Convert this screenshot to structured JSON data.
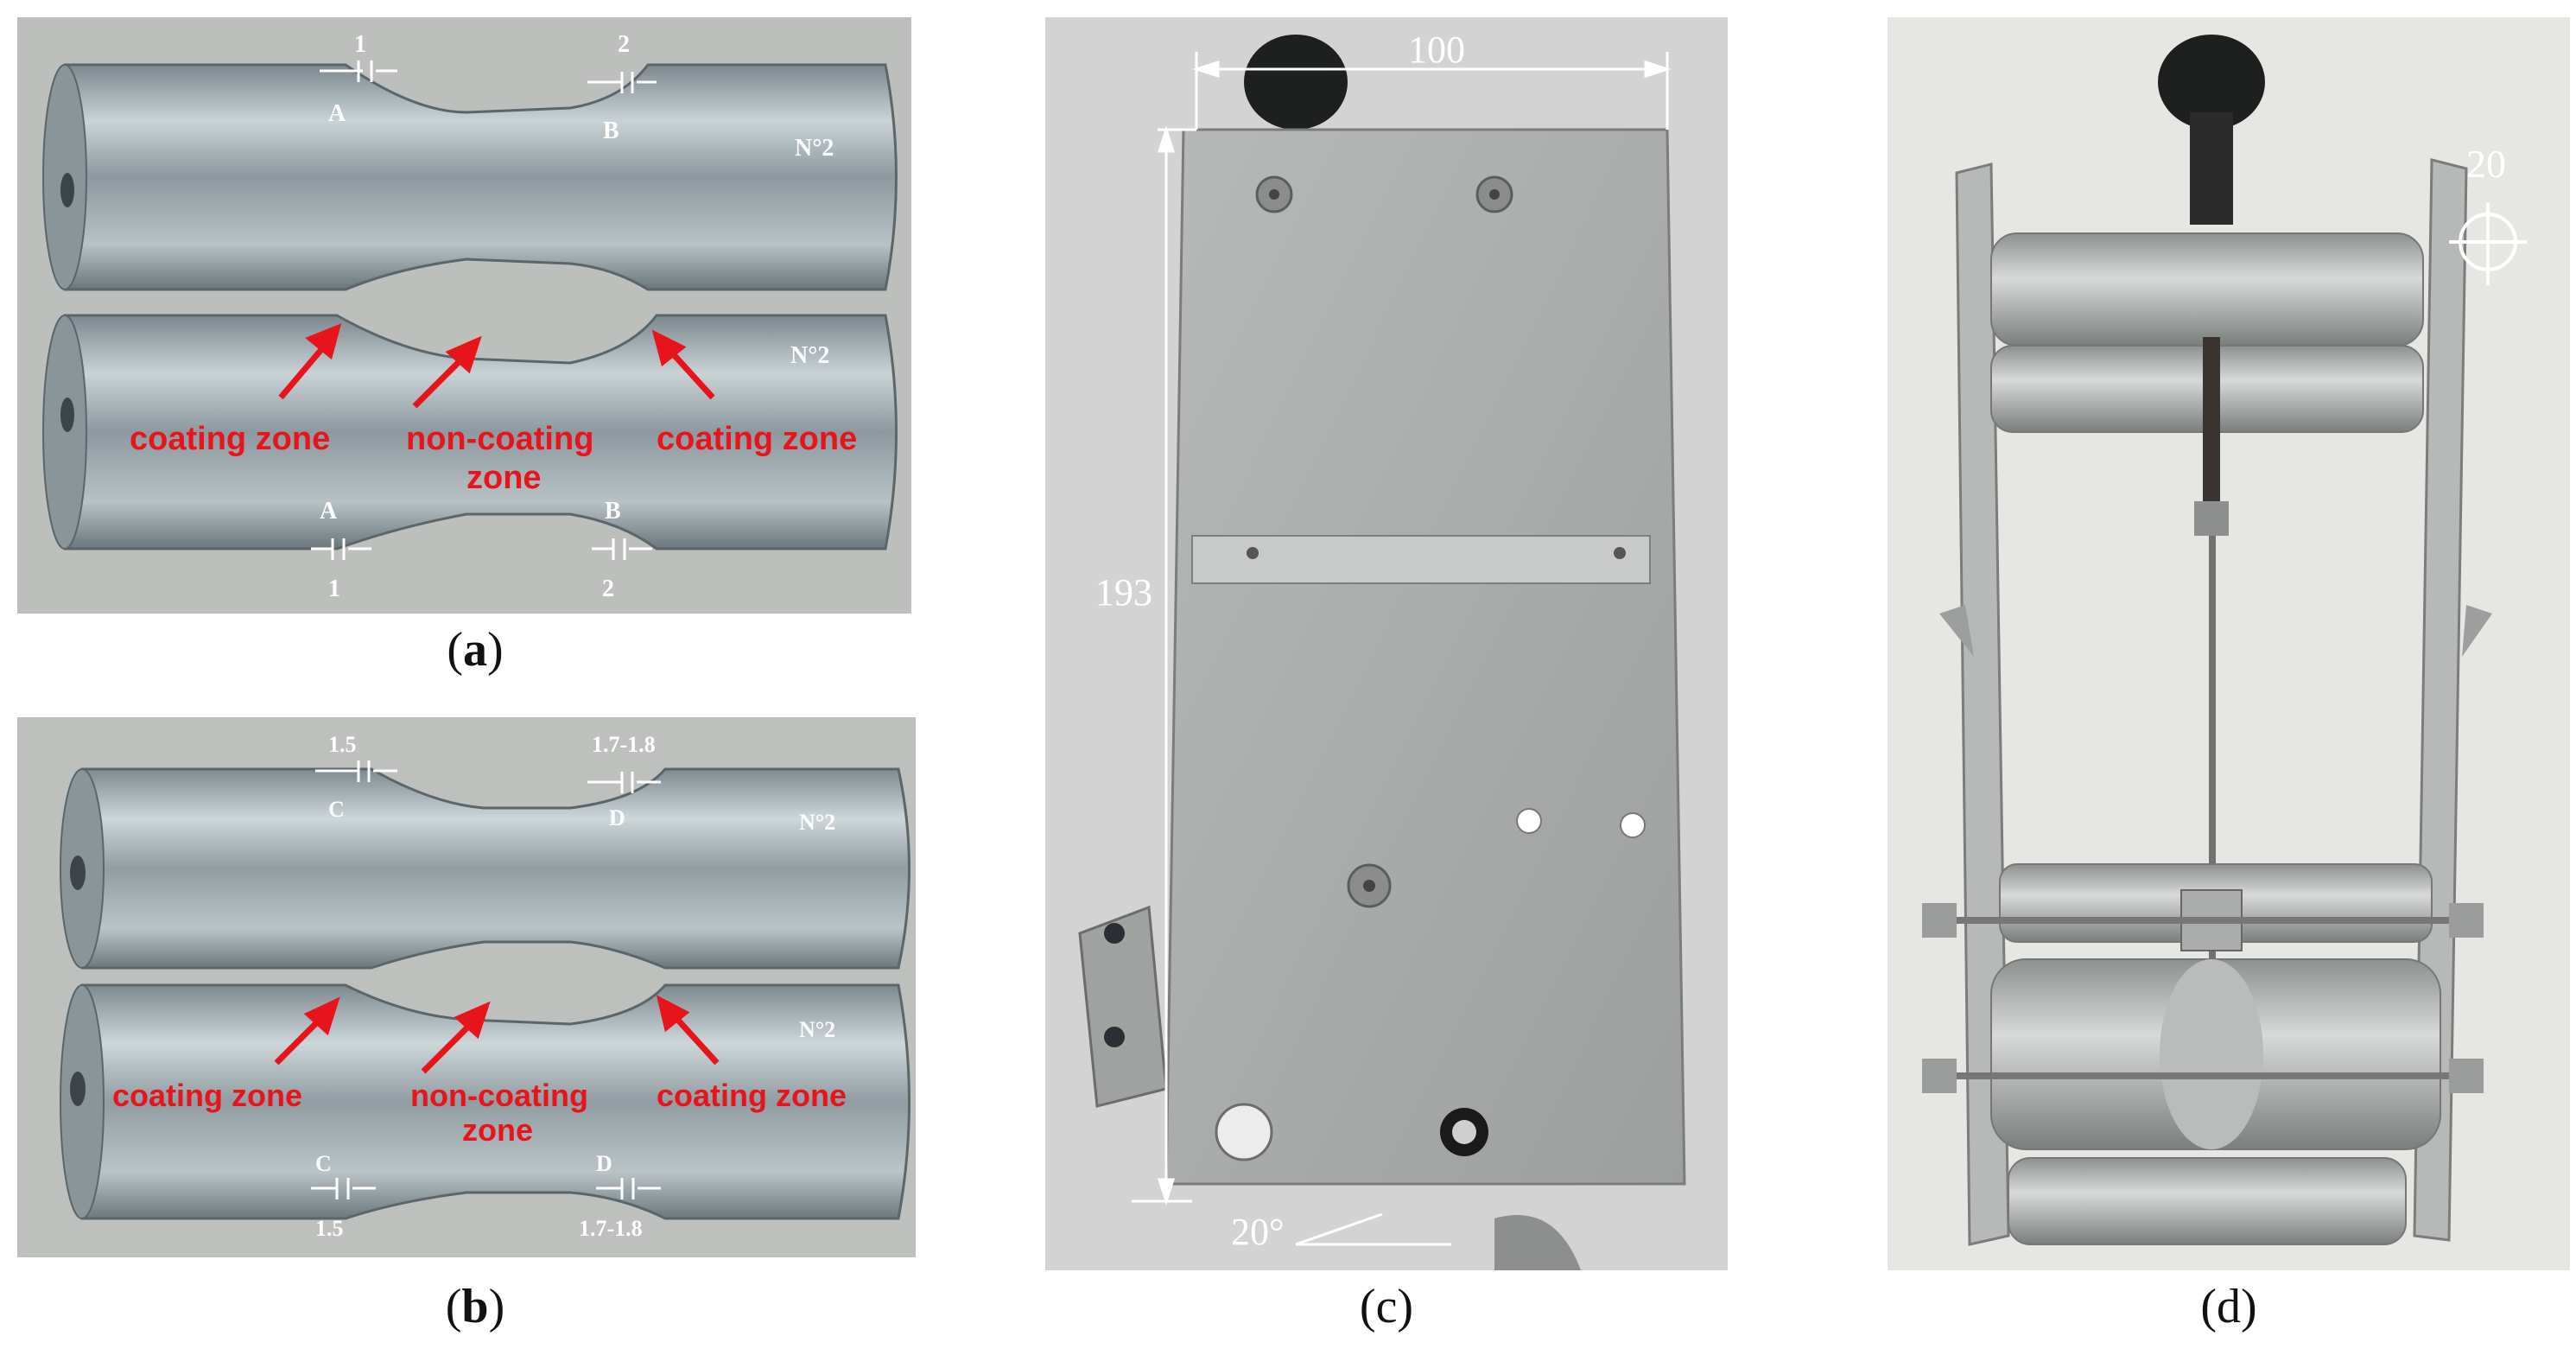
{
  "panels": {
    "a": {
      "caption_letter": "a",
      "dims": {
        "top_left": "1",
        "top_right": "2",
        "bottom_left": "1",
        "bottom_right": "2"
      },
      "points": {
        "top_left": "A",
        "top_right": "B",
        "bottom_left": "A",
        "bottom_right": "B"
      },
      "sample_top": "N°2",
      "sample_bottom": "N°2",
      "zone_left": "coating zone",
      "zone_mid_1": "non-coating",
      "zone_mid_2": "zone",
      "zone_right": "coating zone"
    },
    "b": {
      "caption_letter": "b",
      "dims": {
        "top_left": "1.5",
        "top_right": "1.7-1.8",
        "bottom_left": "1.5",
        "bottom_right": "1.7-1.8"
      },
      "points": {
        "top_left": "C",
        "top_right": "D",
        "bottom_left": "C",
        "bottom_right": "D"
      },
      "sample_top": "N°2",
      "sample_bottom": "N°2",
      "zone_left": "coating zone",
      "zone_mid_1": "non-coating",
      "zone_mid_2": "zone",
      "zone_right": "coating zone"
    },
    "c": {
      "caption_letter": "c",
      "width_dim": "100",
      "height_dim": "193",
      "angle": "20°"
    },
    "d": {
      "caption_letter": "d",
      "diameter": "20"
    }
  },
  "colors": {
    "annotation_red": "#e8141c",
    "annotation_white": "#ffffff",
    "background_grey": "#b4b6b5",
    "metal": "#a9b3b6"
  }
}
